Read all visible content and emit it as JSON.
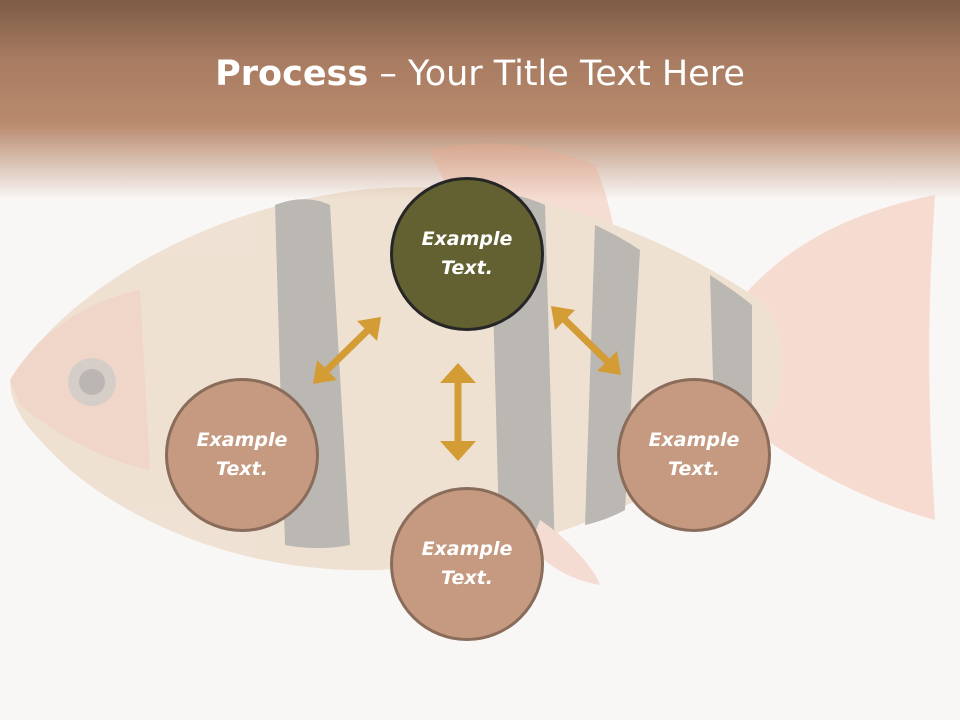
{
  "title": {
    "bold": "Process",
    "rest": " – Your Title Text Here"
  },
  "nodes": {
    "top": "Example Text.",
    "left": "Example Text.",
    "bottom": "Example Text.",
    "right": "Example Text."
  },
  "colors": {
    "header": "#a87c62",
    "main_node": "#636031",
    "sub_node": "#c59a80",
    "arrow": "#d39c35"
  },
  "background_image": "fish-icon"
}
